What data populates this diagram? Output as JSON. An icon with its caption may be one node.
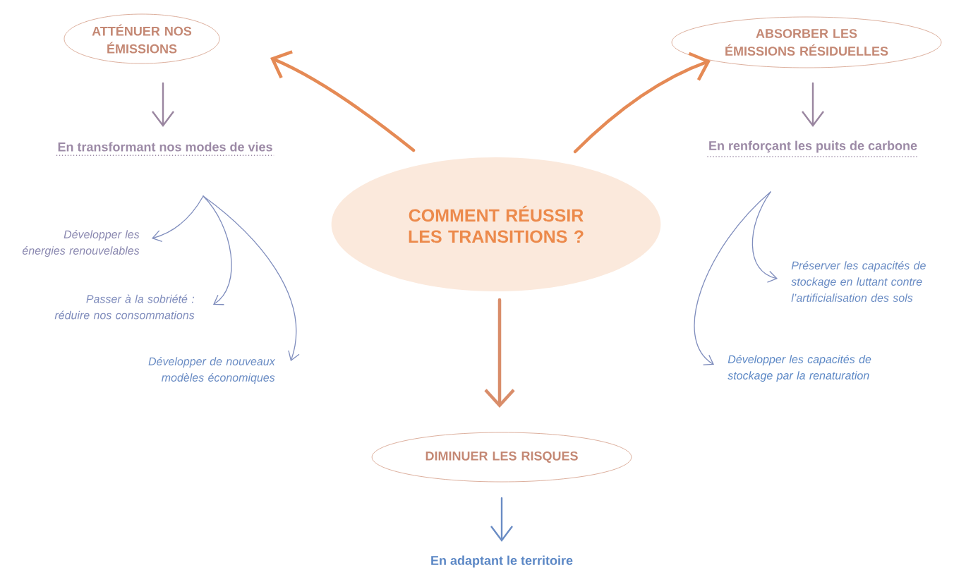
{
  "diagram": {
    "nodes": [
      {
        "text": [
          "COMMENT RÉUSSIR LES TRANSITIONS ?"
        ]
      },
      {
        "text": [
          "ATTÉNUER NOS ÉMISSIONS"
        ]
      },
      {
        "text": [
          "ABSORBER LES ÉMISSIONS RÉSIDUELLES"
        ]
      },
      {
        "text": [
          "DIMINUER LES RISQUES"
        ]
      },
      {
        "text": [
          "En transformant nos modes de vies"
        ]
      },
      {
        "text": [
          "En renforçant les puits de carbone"
        ]
      },
      {
        "text": [
          "En adaptant le territoire"
        ]
      },
      {
        "text": [
          "Développer les énergies renouvelables"
        ]
      },
      {
        "text": [
          "Passer à la sobriété : réduire nos consommations"
        ]
      },
      {
        "text": [
          "Développer de nouveaux modèles économiques"
        ]
      },
      {
        "text": [
          "Préserver les capacités de stockage en luttant contre l’artificialisation des sols"
        ]
      },
      {
        "text": [
          "Développer les capacités de stockage par la renaturation"
        ]
      }
    ],
    "edges": [
      {
        "from": 0,
        "to": 1,
        "arrow": "to",
        "style": "thick",
        "color": "#e58a55"
      },
      {
        "from": 0,
        "to": 2,
        "arrow": "to",
        "style": "thick",
        "color": "#e58a55"
      },
      {
        "from": 0,
        "to": 3,
        "arrow": "to",
        "style": "thick",
        "color": "#d98d6a"
      },
      {
        "from": 1,
        "to": 4,
        "arrow": "to",
        "color": "#9a86a0"
      },
      {
        "from": 2,
        "to": 5,
        "arrow": "to",
        "color": "#9a86a0"
      },
      {
        "from": 3,
        "to": 6,
        "arrow": "to",
        "color": "#6a8cc4"
      },
      {
        "from": 4,
        "to": 7,
        "arrow": "to"
      },
      {
        "from": 4,
        "to": 8,
        "arrow": "to"
      },
      {
        "from": 4,
        "to": 9,
        "arrow": "to"
      },
      {
        "from": 5,
        "to": 10,
        "arrow": "to"
      },
      {
        "from": 5,
        "to": 11,
        "arrow": "to"
      }
    ]
  }
}
